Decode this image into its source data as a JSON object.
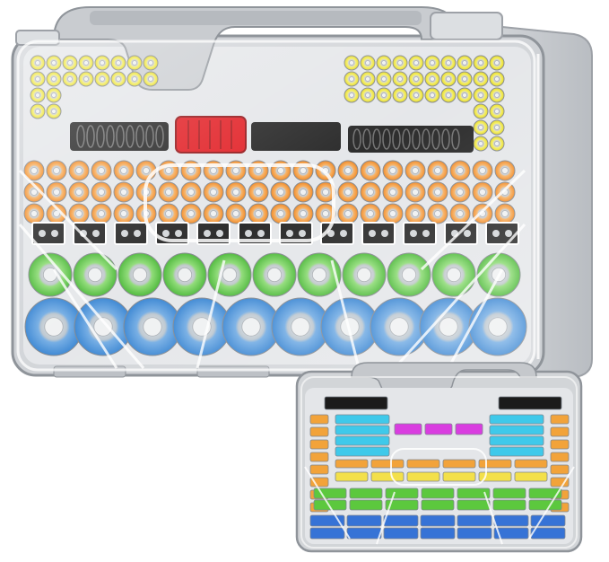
{
  "scene": {
    "subject": "battery-organizer-case",
    "views": [
      "front-view",
      "inset-view"
    ]
  },
  "colors": {
    "background": "#ffffff",
    "case_shell": "#d4d6d9",
    "case_back": "#c4c6c9",
    "case_edge": "#9ea2a8",
    "lid_plastic": "#eef0f2",
    "handle": "#bfc2c6",
    "latch_red": "#e0141a",
    "aaa_yellow": "#ece21f",
    "aa_orange": "#f3881d",
    "c_green": "#4fc23a",
    "d_blue": "#2f87d8",
    "nine_volt_black": "#1b1b1b",
    "inset_cyan": "#3fc9ea",
    "inset_magenta": "#d93de0",
    "inset_orange": "#f2a33a",
    "inset_yellow": "#f3e04a",
    "inset_green": "#5cc83e",
    "inset_blue": "#3673d6"
  },
  "battery_rows": [
    {
      "type": "AAA",
      "color_key": "aaa_yellow"
    },
    {
      "type": "9V",
      "color_key": "nine_volt_black"
    },
    {
      "type": "AA",
      "color_key": "aa_orange"
    },
    {
      "type": "9V-terminal",
      "color_key": "nine_volt_black"
    },
    {
      "type": "C",
      "color_key": "c_green"
    },
    {
      "type": "D",
      "color_key": "d_blue"
    }
  ]
}
